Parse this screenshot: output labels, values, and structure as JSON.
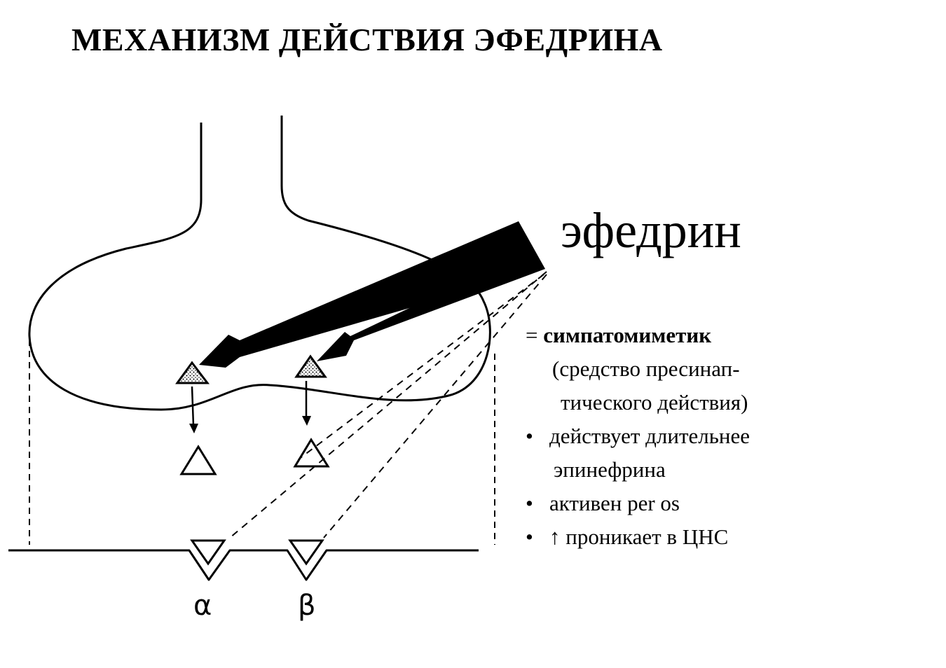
{
  "title": "МЕХАНИЗМ ДЕЙСТВИЯ ЭФЕДРИНА",
  "drug_label": "эфедрин",
  "notes": {
    "eq_sign": "= ",
    "class_name": "симпатомиметик",
    "class_desc_1": "(средство пресинап-",
    "class_desc_2": "тического действия)",
    "bullet_symbol": "•",
    "b1_line1": "действует длительнее",
    "b1_line2": "эпинефрина",
    "b2": "активен per os",
    "b3": "↑ проникает в ЦНС"
  },
  "receptors": {
    "alpha": "α",
    "beta": "β"
  }
}
